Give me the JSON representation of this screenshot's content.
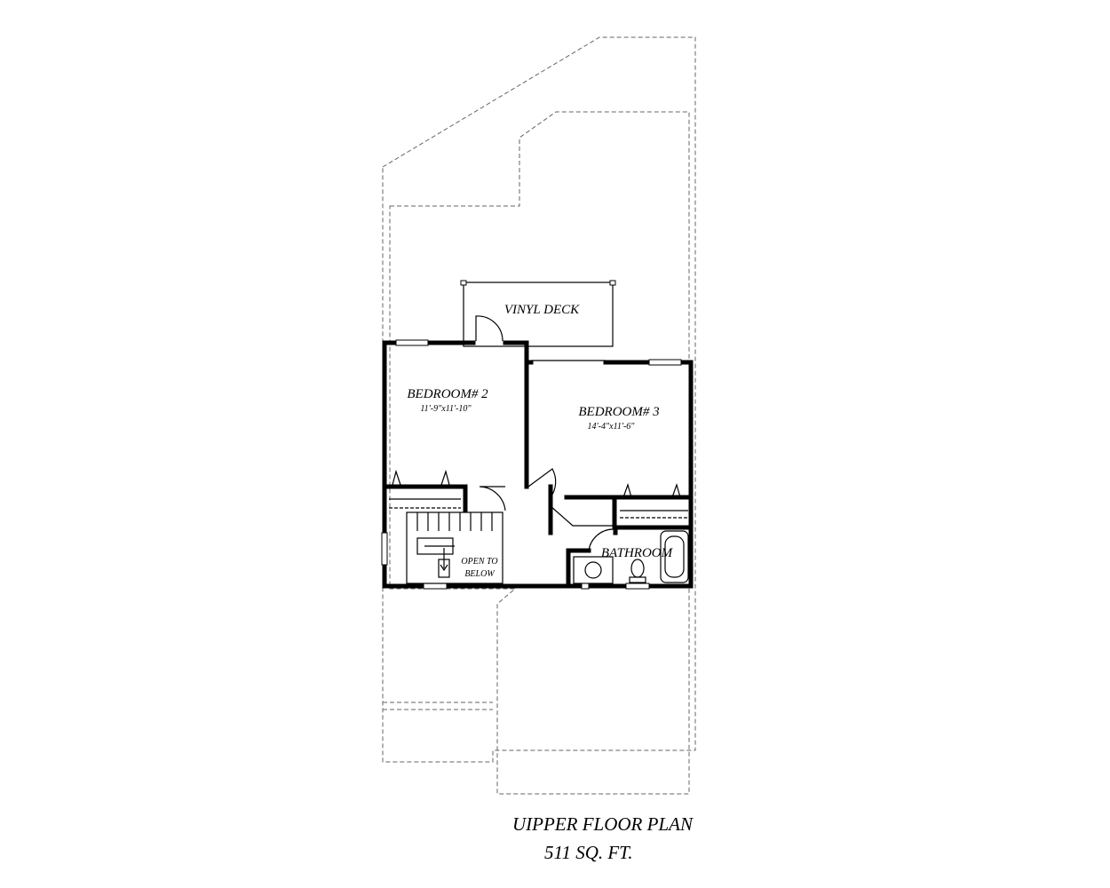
{
  "plan": {
    "rooms": {
      "vinyl_deck": "VINYL DECK",
      "bedroom2": {
        "name": "BEDROOM# 2",
        "dims": "11'-9\"x11'-10\""
      },
      "bedroom3": {
        "name": "BEDROOM# 3",
        "dims": "14'-4\"x11'-6\""
      },
      "bathroom": "BATHROOM",
      "open_line1": "OPEN TO",
      "open_line2": "BELOW"
    },
    "caption": {
      "title": "UIPPER FLOOR PLAN",
      "area": "511 SQ. FT."
    }
  }
}
